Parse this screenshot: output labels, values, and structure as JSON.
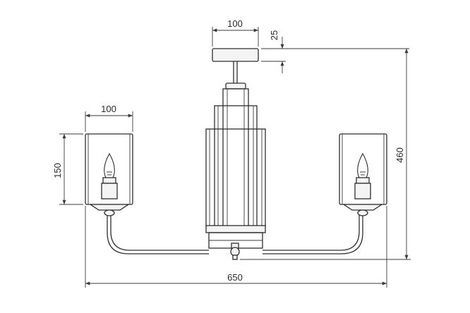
{
  "dimensions": {
    "canopy_width": "100",
    "canopy_height": "25",
    "shade_width": "100",
    "shade_height": "150",
    "total_height": "460",
    "total_width": "650"
  },
  "colors": {
    "line": "#2e2e2e",
    "dimension": "#3a3a3a",
    "background": "#ffffff"
  }
}
